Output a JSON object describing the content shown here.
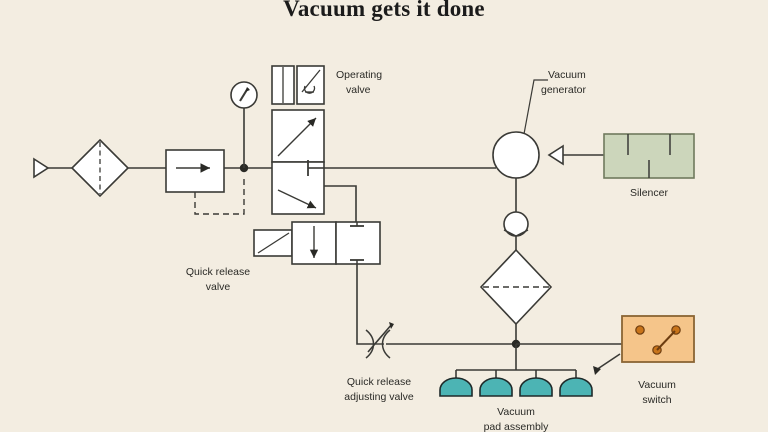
{
  "page": {
    "title": "Vacuum gets it done",
    "background_color": "#f3ede1"
  },
  "colors": {
    "line": "#3a3a36",
    "component_fill": "#ffffff",
    "silencer_fill": "#ccd6bb",
    "silencer_stroke": "#6f7a5d",
    "switch_fill": "#f5c58a",
    "switch_stroke": "#8a6434",
    "switch_dot": "#c8741a",
    "pad_fill": "#4cb4b4",
    "pad_stroke": "#1f2a2a",
    "text": "#2a2a26"
  },
  "labels": {
    "operating_valve": {
      "line1": "Operating",
      "line2": "valve"
    },
    "vacuum_generator": {
      "line1": "Vacuum",
      "line2": "generator"
    },
    "silencer": {
      "line1": "Silencer"
    },
    "quick_release_valve": {
      "line1": "Quick release",
      "line2": "valve"
    },
    "quick_release_adjusting_valve": {
      "line1": "Quick release",
      "line2": "adjusting valve"
    },
    "vacuum_switch": {
      "line1": "Vacuum",
      "line2": "switch"
    },
    "vacuum_pad_assembly": {
      "line1": "Vacuum",
      "line2": "pad assembly"
    }
  },
  "components": [
    {
      "name": "air-supply-port",
      "type": "supply-triangle"
    },
    {
      "name": "air-filter",
      "type": "filter-diamond"
    },
    {
      "name": "pressure-regulator",
      "type": "regulator-box"
    },
    {
      "name": "pressure-gauge",
      "type": "gauge-circle"
    },
    {
      "name": "operating-valve",
      "type": "directional-valve-3pos"
    },
    {
      "name": "quick-release-valve",
      "type": "directional-valve-2pos"
    },
    {
      "name": "vacuum-generator",
      "type": "ejector-circle"
    },
    {
      "name": "silencer",
      "type": "silencer-box"
    },
    {
      "name": "vacuum-gauge",
      "type": "gauge-circle-small"
    },
    {
      "name": "vacuum-filter",
      "type": "filter-diamond"
    },
    {
      "name": "quick-release-adjusting-valve",
      "type": "needle-valve"
    },
    {
      "name": "vacuum-switch",
      "type": "switch-box"
    },
    {
      "name": "vacuum-pad-assembly",
      "type": "suction-pads",
      "pad_count": 4
    }
  ]
}
